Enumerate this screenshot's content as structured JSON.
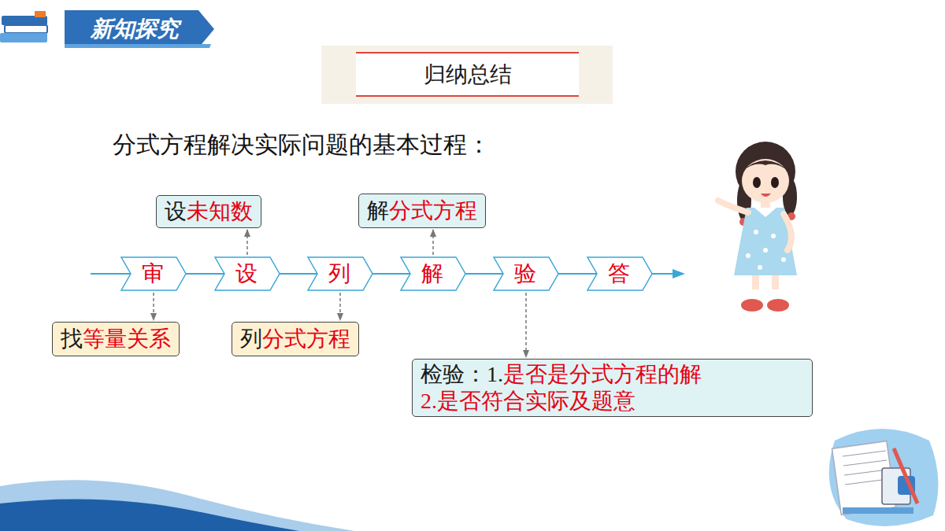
{
  "diagram": {
    "title": "分式方程解决实际问题的基本过程：",
    "nodes": [
      {
        "text": [
          "新知探究"
        ]
      },
      {
        "text": [
          "归纳总结"
        ]
      },
      {
        "text": [
          "设",
          "未知数"
        ]
      },
      {
        "text": [
          "解",
          "分式方程"
        ]
      },
      {
        "text": [
          "审"
        ]
      },
      {
        "text": [
          "设"
        ]
      },
      {
        "text": [
          "列"
        ]
      },
      {
        "text": [
          "解"
        ]
      },
      {
        "text": [
          "验"
        ]
      },
      {
        "text": [
          "答"
        ]
      },
      {
        "text": [
          "找",
          "等量关系"
        ]
      },
      {
        "text": [
          "列",
          "分式方程"
        ]
      },
      {
        "text": [
          "检验：1.",
          "是否是分式方程的解",
          "2.是否符合实际及题意"
        ]
      }
    ],
    "edges": [
      {
        "from": 4,
        "to": 5,
        "arrow": "none"
      },
      {
        "from": 5,
        "to": 6,
        "arrow": "none"
      },
      {
        "from": 6,
        "to": 7,
        "arrow": "none"
      },
      {
        "from": 7,
        "to": 8,
        "arrow": "none"
      },
      {
        "from": 8,
        "to": 9,
        "arrow": "none"
      },
      {
        "from": 5,
        "to": 2,
        "arrow": "to"
      },
      {
        "from": 7,
        "to": 3,
        "arrow": "to"
      },
      {
        "from": 4,
        "to": 10,
        "arrow": "to"
      },
      {
        "from": 6,
        "to": 11,
        "arrow": "to"
      },
      {
        "from": 8,
        "to": 12,
        "arrow": "to"
      }
    ]
  }
}
